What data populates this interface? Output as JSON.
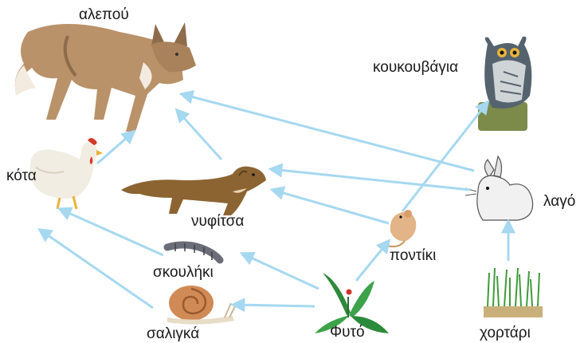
{
  "diagram": {
    "organisms": [
      {
        "id": "fox",
        "label": "αλεπού",
        "icon": "fox-icon"
      },
      {
        "id": "owl",
        "label": "κουκουβάγια",
        "icon": "owl-icon"
      },
      {
        "id": "hen",
        "label": "κότα",
        "icon": "hen-icon"
      },
      {
        "id": "weasel",
        "label": "νυφίτσα",
        "icon": "weasel-icon"
      },
      {
        "id": "rabbit",
        "label": "λαγό",
        "icon": "rabbit-icon"
      },
      {
        "id": "mouse",
        "label": "ποντίκι",
        "icon": "mouse-icon"
      },
      {
        "id": "worm",
        "label": "σκουλήκι",
        "icon": "worm-icon"
      },
      {
        "id": "snail",
        "label": "σαλιγκά",
        "icon": "snail-icon"
      },
      {
        "id": "plant",
        "label": "Φυτό",
        "icon": "plant-icon"
      },
      {
        "id": "grass",
        "label": "χορτάρι",
        "icon": "grass-icon"
      }
    ],
    "arrows": [
      {
        "from": "hen",
        "to": "fox"
      },
      {
        "from": "weasel",
        "to": "fox"
      },
      {
        "from": "rabbit",
        "to": "fox"
      },
      {
        "from": "mouse",
        "to": "owl"
      },
      {
        "from": "rabbit",
        "to": "weasel"
      },
      {
        "from": "mouse",
        "to": "weasel"
      },
      {
        "from": "worm",
        "to": "hen"
      },
      {
        "from": "snail",
        "to": "hen"
      },
      {
        "from": "plant",
        "to": "worm"
      },
      {
        "from": "plant",
        "to": "snail"
      },
      {
        "from": "plant",
        "to": "mouse"
      },
      {
        "from": "grass",
        "to": "rabbit"
      }
    ],
    "arrow_color": "#a6d8f0"
  }
}
